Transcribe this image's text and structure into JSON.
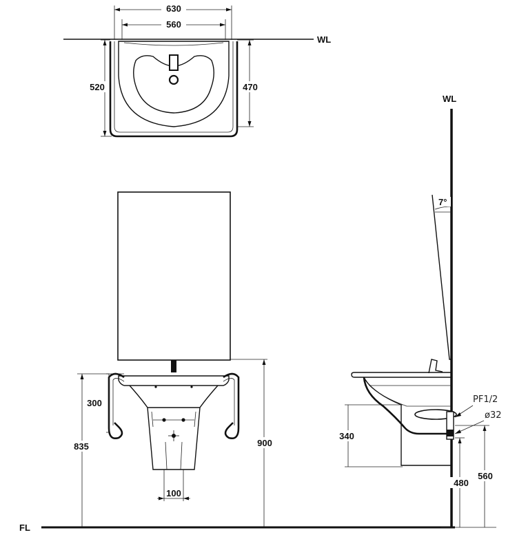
{
  "labels": {
    "wall_top": "WL",
    "wall_side": "WL",
    "floor": "FL",
    "angle": "7°",
    "connection_1": "PF1/2",
    "connection_2": "ø32"
  },
  "dimensions": {
    "top_width_outer": "630",
    "top_width_inner": "560",
    "top_depth_left": "520",
    "top_depth_right": "470",
    "front_rail_height": "300",
    "front_rim_height": "835",
    "front_total_height": "900",
    "front_pedestal_width": "100",
    "side_bowl_height": "340",
    "side_drain_height": "480",
    "side_outlet_height": "560"
  }
}
